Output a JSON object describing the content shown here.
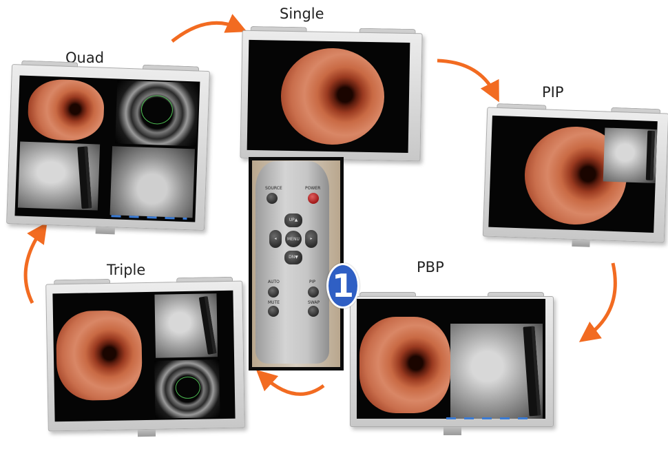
{
  "modes": {
    "single": "Single",
    "pip": "PIP",
    "pbp": "PBP",
    "triple": "Triple",
    "quad": "Quad"
  },
  "remote": {
    "source": "SOURCE",
    "power": "POWER",
    "up": "UP▲",
    "menu": "MENU",
    "down": "DN▼",
    "left": "◂",
    "right": "▸",
    "auto": "AUTO",
    "pip": "PIP",
    "mute": "MUTE",
    "swap": "SWAP"
  },
  "badge": "1",
  "colors": {
    "arrow": "#f26b21",
    "badge": "#2f5fc4",
    "power_button": "#c0392b"
  }
}
